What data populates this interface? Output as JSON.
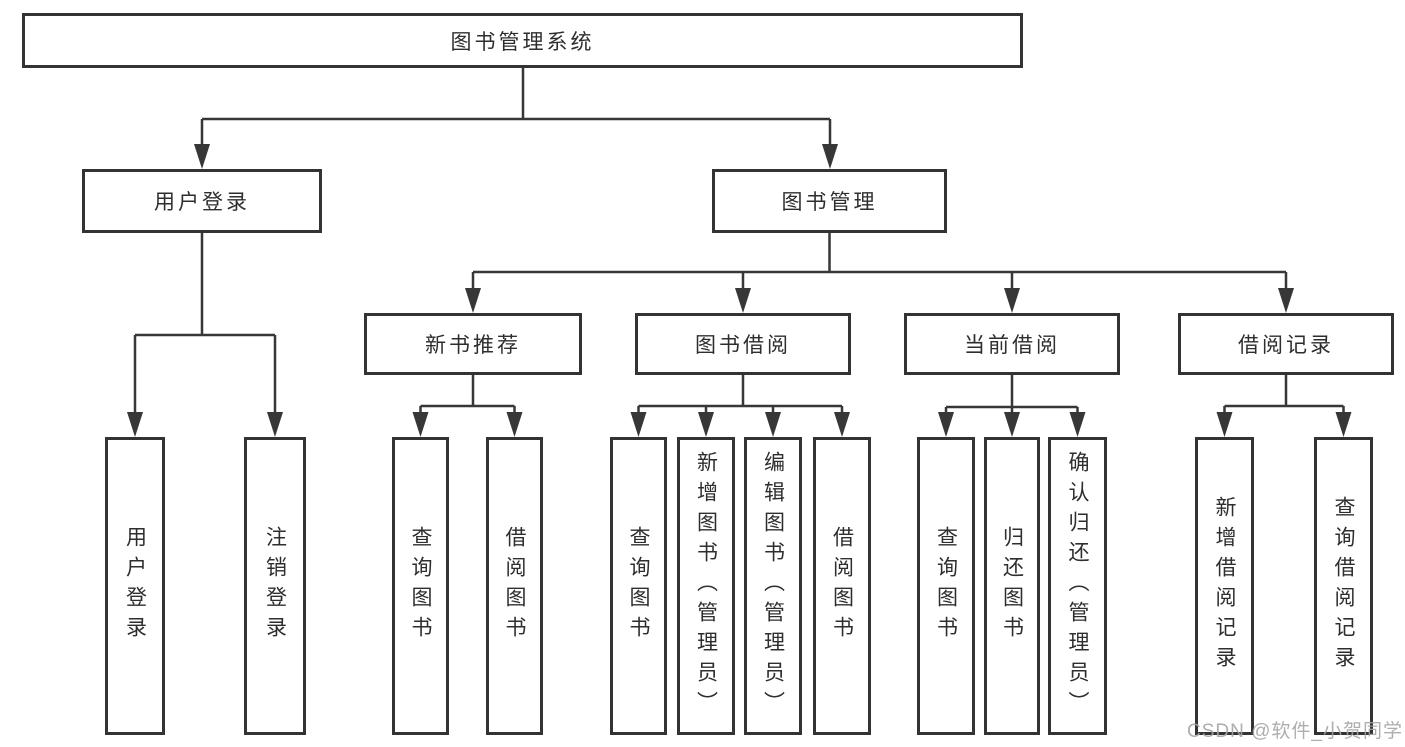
{
  "diagram": {
    "root_label": "图书管理系统",
    "branches": [
      {
        "label": "用户登录",
        "children": [
          "用户登录",
          "注销登录"
        ]
      },
      {
        "label": "图书管理",
        "groups": [
          {
            "label": "新书推荐",
            "children": [
              "查询图书",
              "借阅图书"
            ]
          },
          {
            "label": "图书借阅",
            "children": [
              "查询图书",
              "新增图书（管理员）",
              "编辑图书（管理员）",
              "借阅图书"
            ]
          },
          {
            "label": "当前借阅",
            "children": [
              "查询图书",
              "归还图书",
              "确认归还（管理员）"
            ]
          },
          {
            "label": "借阅记录",
            "children": [
              "新增借阅记录",
              "查询借阅记录"
            ]
          }
        ]
      }
    ]
  },
  "watermark": "CSDN @软件_小贺同学",
  "colors": {
    "line": "#373737",
    "box_border": "#333333",
    "text": "#2e2e2e",
    "background": "#ffffff",
    "watermark": "#a5a5a5"
  }
}
